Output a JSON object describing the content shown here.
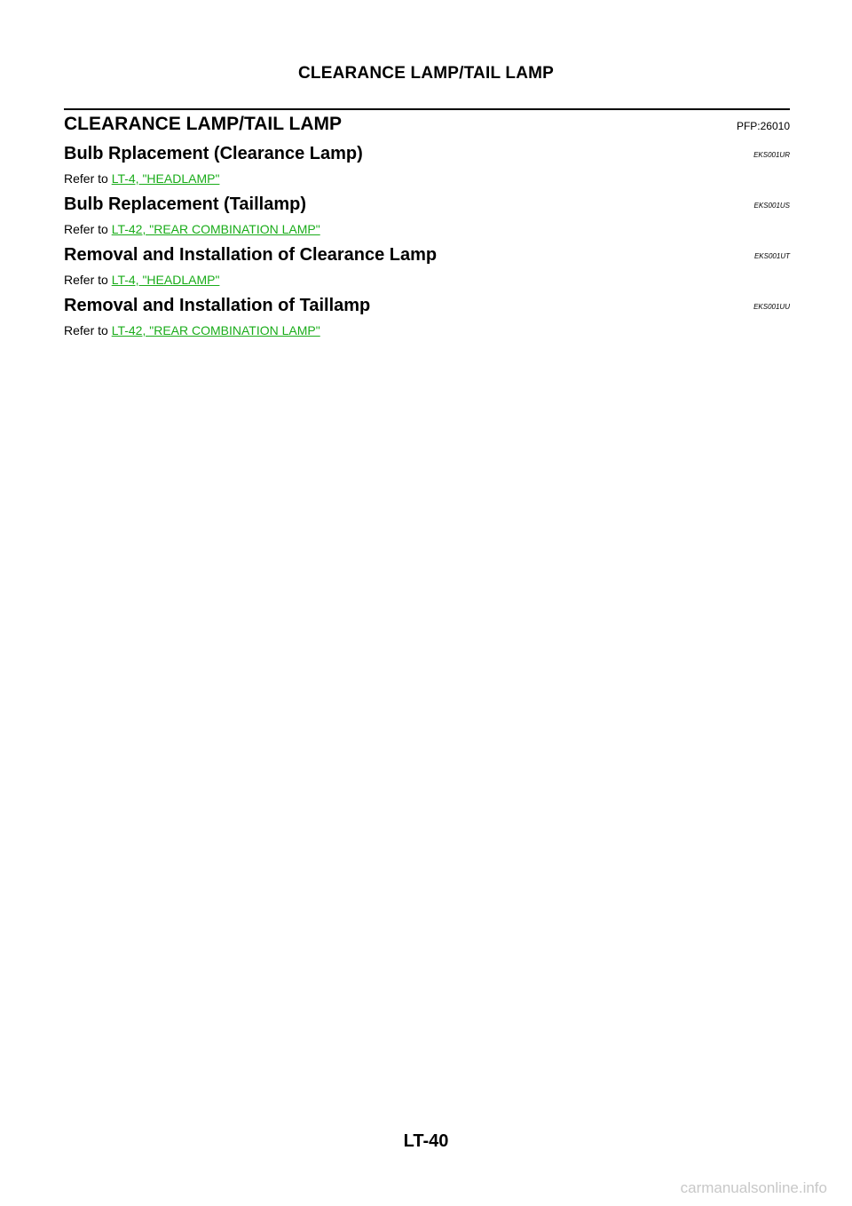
{
  "header": {
    "title": "CLEARANCE LAMP/TAIL LAMP"
  },
  "main": {
    "heading": "CLEARANCE LAMP/TAIL LAMP",
    "pfp": "PFP:26010",
    "sections": [
      {
        "heading": "Bulb Rplacement (Clearance Lamp)",
        "code": "EKS001UR",
        "refer_prefix": "Refer to ",
        "link": "LT-4, \"HEADLAMP\""
      },
      {
        "heading": "Bulb Replacement (Taillamp)",
        "code": "EKS001US",
        "refer_prefix": "Refer to ",
        "link": "LT-42, \"REAR COMBINATION LAMP\""
      },
      {
        "heading": "Removal and Installation of Clearance Lamp",
        "code": "EKS001UT",
        "refer_prefix": "Refer to ",
        "link": "LT-4, \"HEADLAMP\""
      },
      {
        "heading": "Removal and Installation of Taillamp",
        "code": "EKS001UU",
        "refer_prefix": "Refer to ",
        "link": "LT-42, \"REAR COMBINATION LAMP\""
      }
    ]
  },
  "footer": {
    "page_number": "LT-40",
    "watermark": "carmanualsonline.info"
  },
  "colors": {
    "link": "#1aac1a",
    "watermark": "#c8c8c8"
  }
}
